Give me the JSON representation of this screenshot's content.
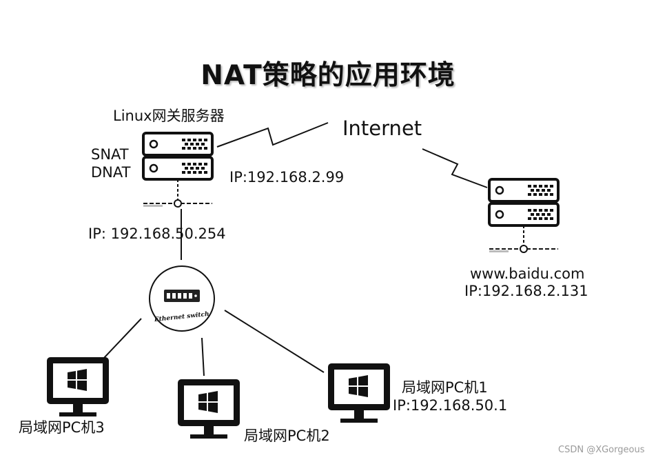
{
  "title": "NAT策略的应用环境",
  "gateway": {
    "label": "Linux网关服务器",
    "snat": "SNAT",
    "dnat": "DNAT",
    "wan_ip": "IP:192.168.2.99",
    "lan_ip": "IP: 192.168.50.254"
  },
  "internet": {
    "label": "Internet"
  },
  "web_server": {
    "name": "www.baidu.com",
    "ip": "IP:192.168.2.131"
  },
  "switch": {
    "label": "Ethernet switch"
  },
  "pcs": {
    "pc1": {
      "name": "局域网PC机1",
      "ip": "IP:192.168.50.1"
    },
    "pc2": {
      "name": "局域网PC机2"
    },
    "pc3": {
      "name": "局域网PC机3"
    }
  },
  "watermark": "CSDN @XGorgeous",
  "icons": [
    "server-icon",
    "switch-icon",
    "monitor-icon",
    "windows-logo-icon",
    "network-lightning-icon"
  ]
}
